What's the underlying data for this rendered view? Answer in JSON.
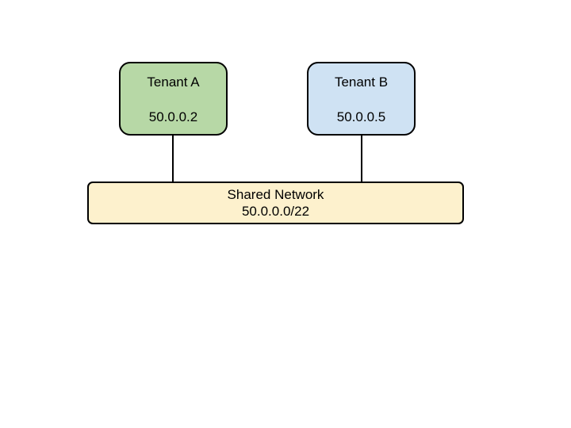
{
  "colors": {
    "tenant_a_fill": "#b7d8a6",
    "tenant_b_fill": "#cfe2f3",
    "network_fill": "#fdf1cd",
    "stroke": "#000000"
  },
  "tenants": [
    {
      "name": "Tenant A",
      "ip": "50.0.0.2"
    },
    {
      "name": "Tenant B",
      "ip": "50.0.0.5"
    }
  ],
  "network": {
    "name": "Shared Network",
    "cidr": "50.0.0.0/22"
  }
}
